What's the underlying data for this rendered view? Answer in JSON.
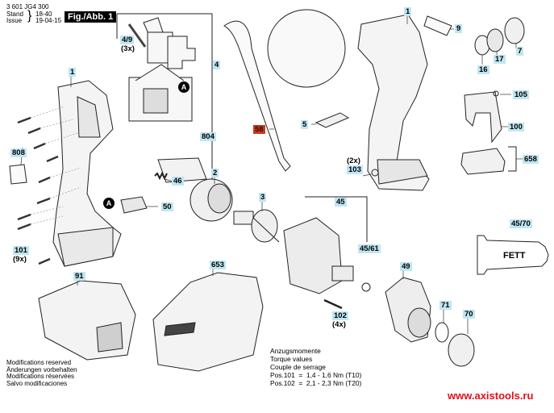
{
  "header": {
    "doc_number": "3 601 JG4 300",
    "stand_label": "Stand",
    "issue_label": "Issue",
    "stand_value": "18-40",
    "issue_value": "19-04-15",
    "figure_label": "Fig./Abb. 1"
  },
  "parts": [
    {
      "id": "p1a",
      "label": "1"
    },
    {
      "id": "p1b",
      "label": "1"
    },
    {
      "id": "p2",
      "label": "2"
    },
    {
      "id": "p3",
      "label": "3"
    },
    {
      "id": "p4",
      "label": "4"
    },
    {
      "id": "p4_9",
      "label": "4/9"
    },
    {
      "id": "p5",
      "label": "5"
    },
    {
      "id": "p7",
      "label": "7"
    },
    {
      "id": "p9",
      "label": "9"
    },
    {
      "id": "p16",
      "label": "16"
    },
    {
      "id": "p17",
      "label": "17"
    },
    {
      "id": "p45",
      "label": "45"
    },
    {
      "id": "p45_61",
      "label": "45/61"
    },
    {
      "id": "p45_70",
      "label": "45/70"
    },
    {
      "id": "p46",
      "label": "46"
    },
    {
      "id": "p49",
      "label": "49"
    },
    {
      "id": "p50",
      "label": "50"
    },
    {
      "id": "p58",
      "label": "58"
    },
    {
      "id": "p70",
      "label": "70"
    },
    {
      "id": "p71",
      "label": "71"
    },
    {
      "id": "p91",
      "label": "91"
    },
    {
      "id": "p100",
      "label": "100"
    },
    {
      "id": "p101",
      "label": "101"
    },
    {
      "id": "p102",
      "label": "102"
    },
    {
      "id": "p103",
      "label": "103"
    },
    {
      "id": "p105",
      "label": "105"
    },
    {
      "id": "p653",
      "label": "653"
    },
    {
      "id": "p658",
      "label": "658"
    },
    {
      "id": "p804",
      "label": "804"
    },
    {
      "id": "p808",
      "label": "808"
    }
  ],
  "quantities": {
    "q4_9": "(3x)",
    "q101": "(9x)",
    "q102": "(4x)",
    "q103": "(2x)"
  },
  "markers": {
    "a1": "A",
    "a2": "A"
  },
  "grease_label": "FETT",
  "highlight_colors": {
    "part_label_bg": "#bfe6f2",
    "highlighted_part_bg": "#c8391f",
    "url_color": "#e0101a"
  },
  "notes": {
    "modifications": [
      "Modifications reserved",
      "Änderungen vorbehalten",
      "Modifications réservées",
      "Salvo modificaciones"
    ],
    "torque": [
      "Anzugsmomente",
      "Torque values",
      "Couple de serrage",
      "Pos.101  =  1,4 - 1,6 Nm (T10)",
      "Pos.102  =  2,1 - 2,3 Nm (T20)"
    ]
  },
  "footer": {
    "url": "www.axistools.ru"
  }
}
